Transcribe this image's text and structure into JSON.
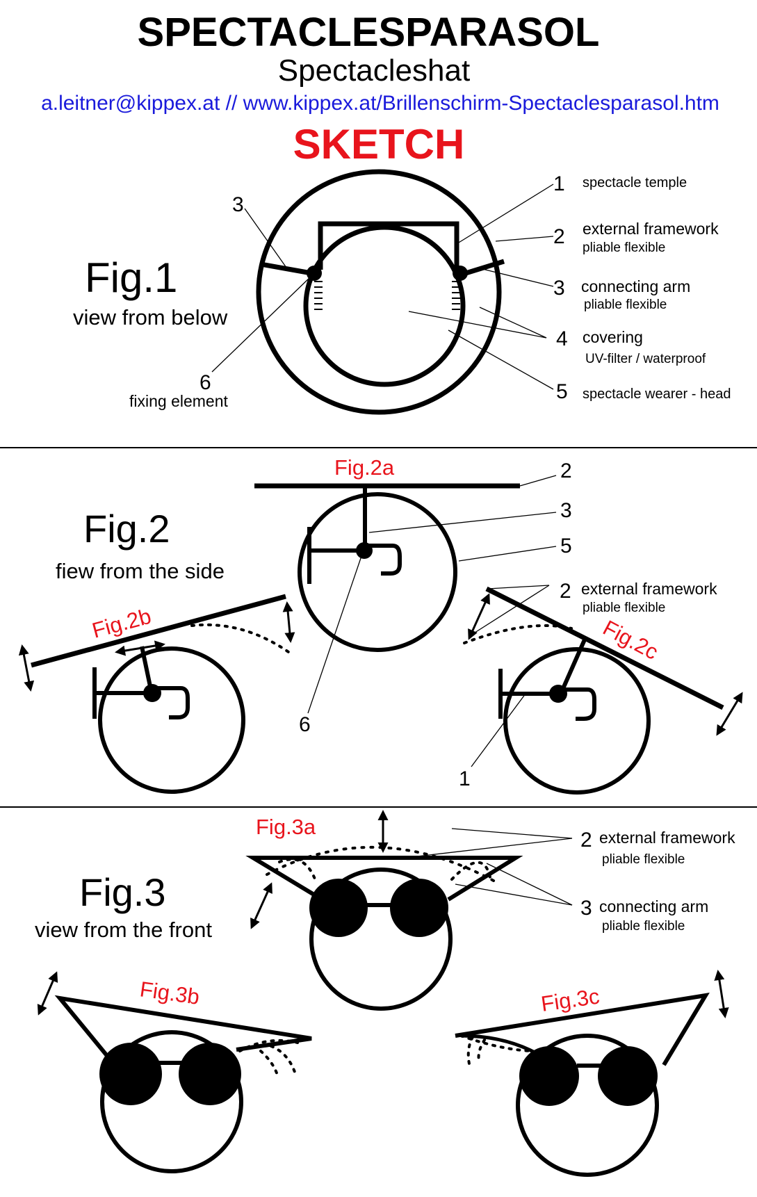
{
  "header": {
    "title": "SPECTACLESPARASOL",
    "subtitle": "Spectacleshat",
    "contact": "a.leitner@kippex.at  //  www.kippex.at/Brillenschirm-Spectaclesparasol.htm",
    "sketch_label": "SKETCH"
  },
  "colors": {
    "ink": "#000000",
    "link": "#1a1adb",
    "accent": "#e8141c"
  },
  "fig1": {
    "title": "Fig.1",
    "view": "view from below",
    "legend": [
      {
        "num": "1",
        "label": "spectacle temple",
        "sub": ""
      },
      {
        "num": "2",
        "label": "external  framework",
        "sub": "pliable flexible"
      },
      {
        "num": "3",
        "label": "connecting arm",
        "sub": "pliable flexible"
      },
      {
        "num": "4",
        "label": "covering",
        "sub": "UV-filter / waterproof"
      },
      {
        "num": "5",
        "label": "spectacle wearer - head",
        "sub": ""
      }
    ],
    "callout_3": "3",
    "callout_6": "6",
    "callout_6_label": "fixing element"
  },
  "fig2": {
    "title": "Fig.2",
    "view": "fiew from the side",
    "a_label": "Fig.2a",
    "b_label": "Fig.2b",
    "c_label": "Fig.2c",
    "num_2": "2",
    "num_3": "3",
    "num_5": "5",
    "num_6": "6",
    "num_1": "1",
    "legend_2": {
      "num": "2",
      "label": "external  framework",
      "sub": "pliable flexible"
    }
  },
  "fig3": {
    "title": "Fig.3",
    "view": "view from the front",
    "a_label": "Fig.3a",
    "b_label": "Fig.3b",
    "c_label": "Fig.3c",
    "legend": [
      {
        "num": "2",
        "label": "external  framework",
        "sub": "pliable flexible"
      },
      {
        "num": "3",
        "label": "connecting arm",
        "sub": "pliable flexible"
      }
    ]
  }
}
